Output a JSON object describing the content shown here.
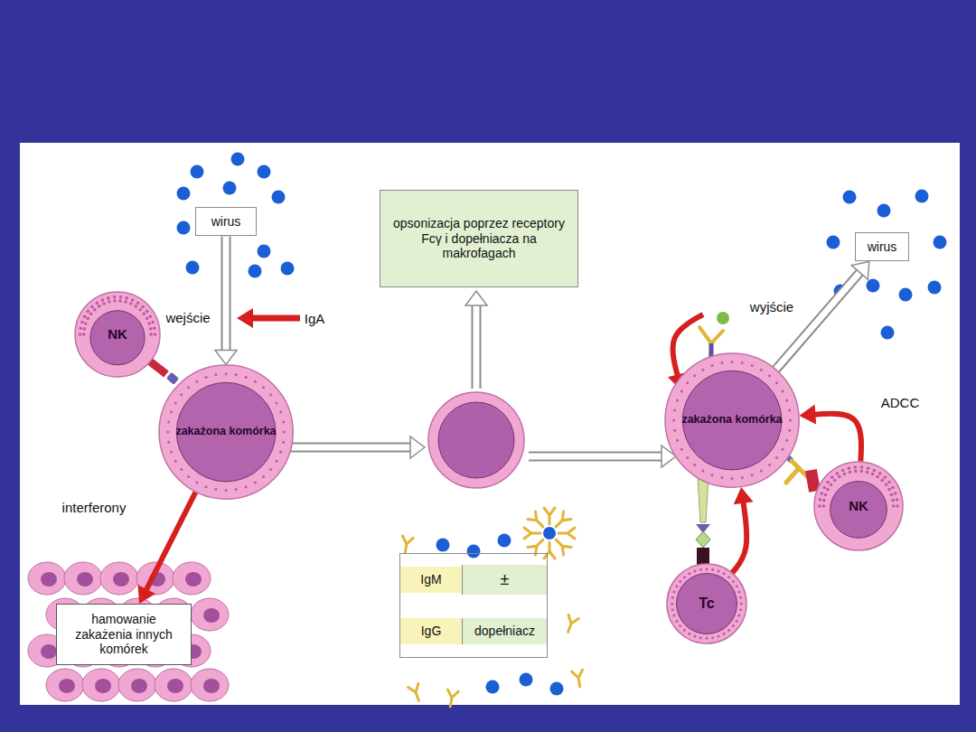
{
  "diagram": {
    "nodes": [
      {
        "text": [
          "wirus"
        ]
      },
      {
        "text": [
          "NK"
        ]
      },
      {
        "text": [
          "zakażona komórka"
        ]
      },
      {
        "text": [
          "opsonizacja poprzez receptory Fcγ i dopełniacza na makrofagach"
        ]
      },
      {
        "text": [
          "IgM",
          "IgG",
          "±",
          "dopełniacz"
        ]
      },
      {
        "text": [
          "wirus"
        ]
      },
      {
        "text": [
          "zakażona komórka"
        ]
      },
      {
        "text": [
          "NK"
        ]
      },
      {
        "text": [
          "Tc"
        ]
      },
      {
        "text": [
          "hamowanie zakażenia innych komórek"
        ]
      }
    ],
    "edges": [
      {
        "from": 0,
        "to": 2,
        "arrow": "to",
        "label": "wejście"
      },
      {
        "from": 2,
        "to": 9,
        "arrow": "to",
        "label": "interferony"
      },
      {
        "from": 6,
        "to": 5,
        "arrow": "to",
        "label": "wyjście"
      },
      {
        "from": 7,
        "to": 6,
        "arrow": "to",
        "label": "ADCC"
      },
      {
        "from": 8,
        "to": 6,
        "arrow": "to"
      }
    ],
    "labels": [
      "IgA"
    ]
  }
}
